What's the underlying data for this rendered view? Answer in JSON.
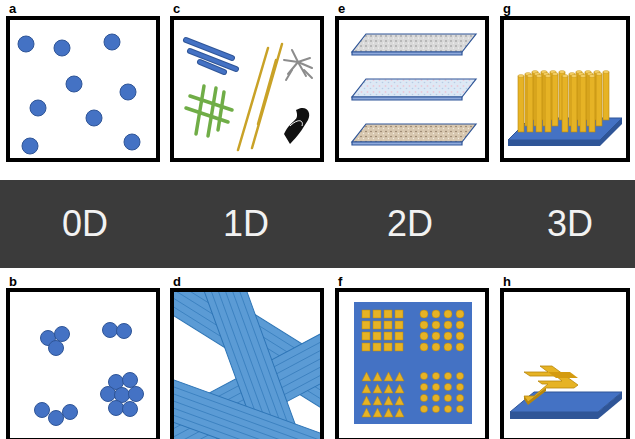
{
  "diagram": {
    "nodes": [
      {
        "text": [
          "0D",
          "1D",
          "2D",
          "3D"
        ]
      }
    ],
    "labels": [
      "a",
      "c",
      "e",
      "g",
      "b",
      "d",
      "f",
      "h"
    ]
  }
}
